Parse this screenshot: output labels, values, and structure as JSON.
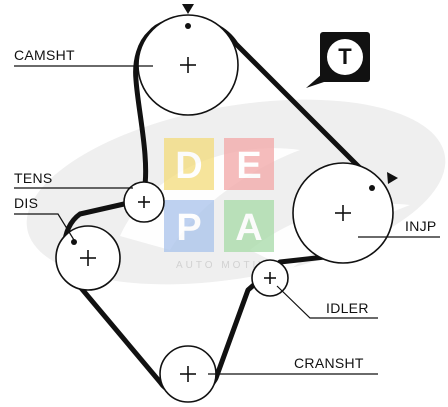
{
  "labels": {
    "camsht": "CAMSHT",
    "tens": "TENS",
    "dis": "DIS",
    "injp": "INJP",
    "idler": "IDLER",
    "cransht": "CRANSHT"
  },
  "badge": {
    "text": "T"
  },
  "watermark": {
    "letters": [
      "D",
      "E",
      "P",
      "A"
    ],
    "subtitle": "AUTO MOTIV",
    "tile_colors": [
      "#f4dc7a",
      "#f3a7a7",
      "#a9c3ec",
      "#a7dba8"
    ]
  },
  "colors": {
    "belt": "#111111",
    "background_logo": "#e6e6e6",
    "badge_fill": "#111111",
    "badge_text": "#ffffff"
  }
}
